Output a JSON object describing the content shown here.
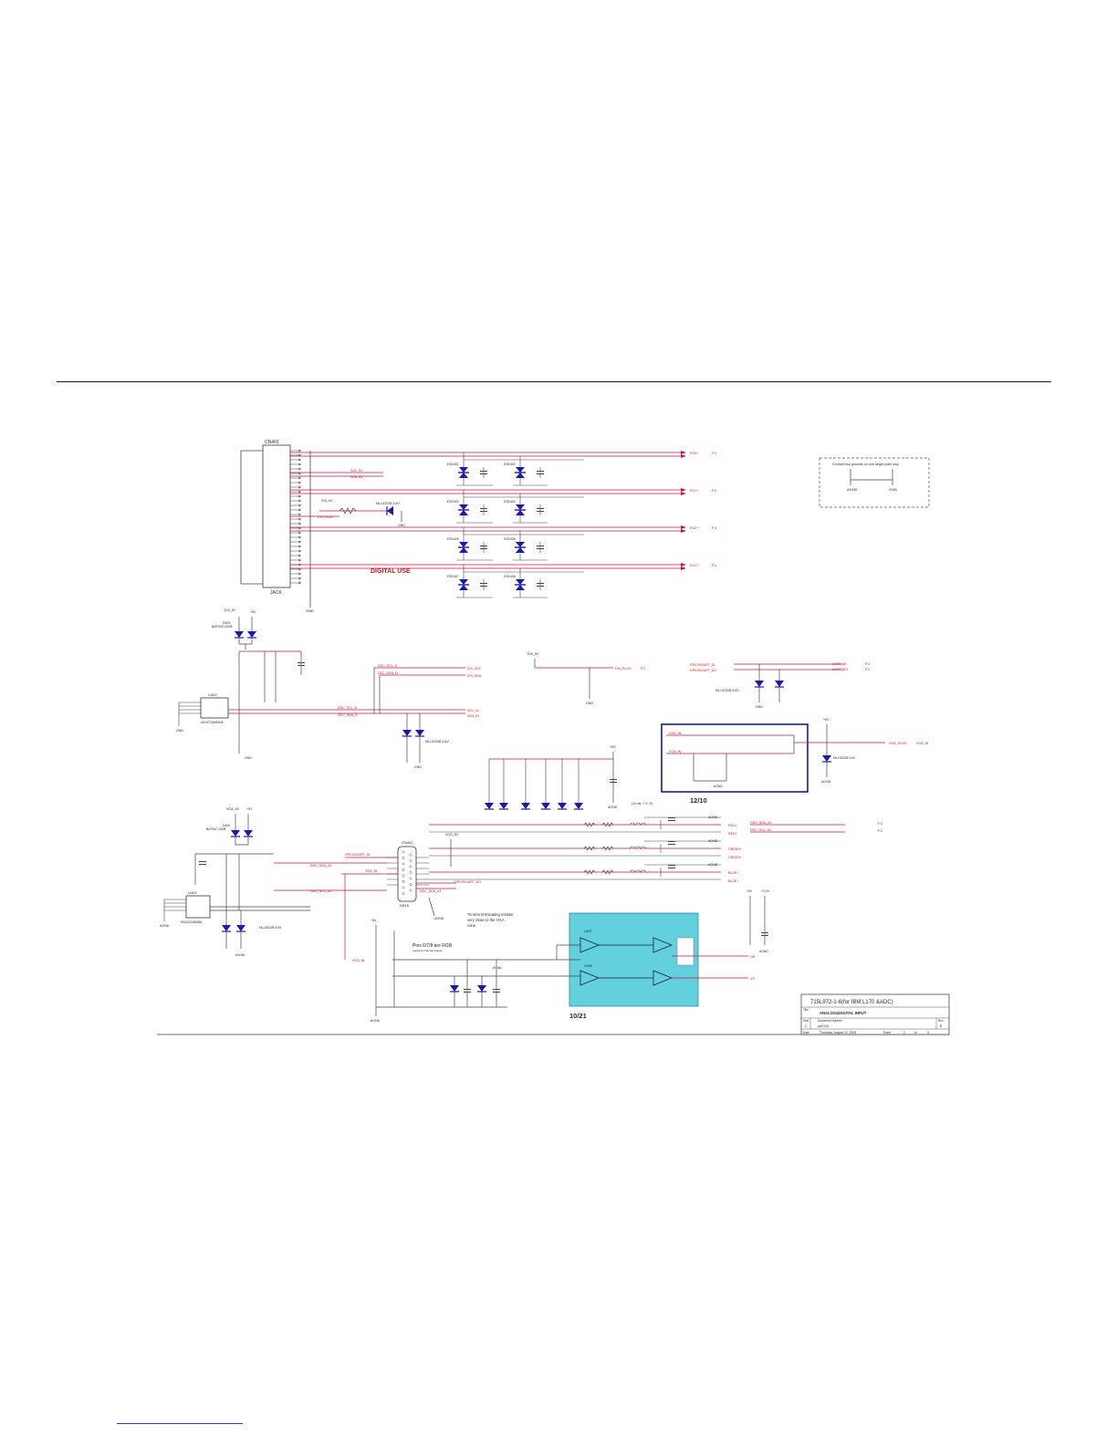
{
  "schematic": {
    "notes": {
      "digital_use": "DIGITAL USE",
      "rev_1210": "12/10",
      "rev_1021": "10/21",
      "pins_rgb": "Pins 6/7/8 are RGB",
      "pins_rgb_sub": "(network channel signal)",
      "terminating": [
        "75 ohm terminating resistor",
        "very close to the VGA",
        "cone"
      ],
      "single_point": "Connect two grounds on one single point only.",
      "mil_note": "(10 mil, 7~1~0)",
      "mil_note2": "(5 mil)"
    },
    "parts": {
      "cn401": "CN401",
      "jack": "JACK",
      "cn402": "CN402",
      "db15": "DB15",
      "u402": "U402",
      "u402_pn": "M24C02WMN6",
      "u404": "U404",
      "u404_pn": "M24C02WMN6",
      "d401": "D401",
      "d401_pn": "BAT54C-0208",
      "d406": "D406",
      "d406_pn": "BAT54C-0208",
      "zd_pn": "MLL5232B 5.6V",
      "esd": [
        "ESD401",
        "ESD402",
        "ESD403",
        "ESD404",
        "ESD405",
        "ESD406",
        "ESD407",
        "ESD408"
      ],
      "u407": "U407",
      "u408": "U408"
    },
    "signals": {
      "dvi_5v": "DVI_5V",
      "vga_5v": "VGA_5V",
      "v5": "+5V",
      "v33": "+3.3V",
      "gnd": "GND",
      "agnd": "AGND",
      "ddc_scl_d": "DDC_SCL_D",
      "ddc_sda_d": "DDC_SDA_D",
      "ddc_scl_a": "DDC_SCL_A1",
      "ddc_sda_a": "DDC_SDA_A1",
      "dvi_scl": "DVI_SCL",
      "dvi_sda": "DVI_SDA",
      "scl_in": "SCL_IN",
      "sda_in": "SDA_IN",
      "dvi_plug": "DVI_PLUG",
      "vga_plug": "VGA_PLUG",
      "vga_in": "VGA_IN",
      "uart_di": "UART_DI",
      "uart_do": "UART_DO",
      "gpio_di": "GPIO4/UART_DI",
      "gpio_do": "GPIO5/UART_DO",
      "red": "RED+",
      "green": "GREEN+",
      "blue": "BLUE+",
      "hs": "HS",
      "vs": "VS",
      "rx0": "RX0+",
      "rx1": "RX1+",
      "rx2": "RX2+",
      "rxc": "RXC+",
      "p3": "P.3",
      "p4": "P.4"
    },
    "title_block": {
      "project": "715L972-1-6(for IBM L170 &ADC)",
      "title_label": "Title",
      "title": "ANALOG&DIGITAL INPUT",
      "size_label": "Size",
      "size": "C",
      "docnum_label": "Document Number",
      "docnum": "pic0135",
      "rev_label": "Rev",
      "rev": "B",
      "date_label": "Date",
      "date": "Thursday, August 21, 2003",
      "sheet_label": "Sheet",
      "sheet": "2",
      "of_label": "of",
      "of": "5"
    }
  },
  "colors": {
    "wire": "#c0144c",
    "part": "#1a1aa8",
    "text": "#2a2a2a",
    "red_text": "#d01818",
    "highlight": "#48c8d8",
    "box": "#1a1a8a"
  }
}
